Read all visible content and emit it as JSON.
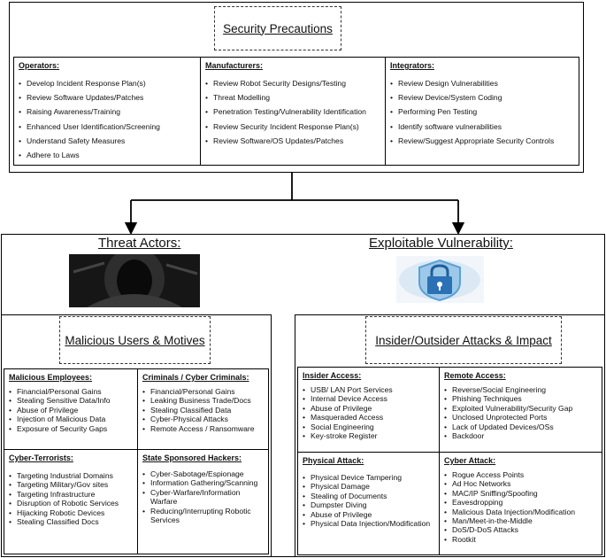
{
  "top": {
    "title": "Security Precautions",
    "operators": {
      "header": "Operators:",
      "items": [
        "Develop Incident Response Plan(s)",
        "Review Software Updates/Patches",
        "Raising Awareness/Training",
        "Enhanced User Identification/Screening",
        "Understand Safety Measures",
        "Adhere to Laws"
      ]
    },
    "manufacturers": {
      "header": "Manufacturers:",
      "items": [
        "Review Robot Security Designs/Testing",
        "Threat Modelling",
        "Penetration Testing/Vulnerability Identification",
        "Review Security Incident Response Plan(s)",
        "Review Software/OS  Updates/Patches"
      ]
    },
    "integrators": {
      "header": "Integrators:",
      "items": [
        "Review Design Vulnerabilities",
        "Review Device/System Coding",
        "Performing Pen Testing",
        "Identify software vulnerabilities",
        "Review/Suggest Appropriate Security Controls"
      ]
    }
  },
  "left": {
    "title": "Threat Actors:",
    "image_icon": "hooded-hacker-image",
    "subtitle": "Malicious Users & Motives",
    "malicious_employees": {
      "header": "Malicious Employees:",
      "items": [
        "Financial/Personal Gains",
        "Stealing Sensitive Data/Info",
        "Abuse of Privilege",
        "Injection of Malicious Data",
        "Exposure of Security Gaps"
      ]
    },
    "criminals": {
      "header": "Criminals / Cyber Criminals:",
      "items": [
        "Financial/Personal Gains",
        "Leaking Business Trade/Docs",
        "Stealing Classified Data",
        "Cyber-Physical Attacks",
        "Remote Access / Ransomware"
      ]
    },
    "terrorists": {
      "header": "Cyber-Terrorists:",
      "items": [
        "Targeting Industrial Domains",
        "Targeting Military/Gov sites",
        "Targeting Infrastructure",
        "Disruption of Robotic Services",
        "Hijacking Robotic Devices",
        "Stealing Classified Docs"
      ]
    },
    "state": {
      "header": "State Sponsored Hackers:",
      "items": [
        "Cyber-Sabotage/Espionage",
        "Information Gathering/Scanning",
        "Cyber-Warfare/Information Warfare",
        "Reducing/Interrupting Robotic Services"
      ]
    }
  },
  "right": {
    "title": "Exploitable Vulnerability:",
    "image_icon": "padlock-shield-image",
    "subtitle": "Insider/Outsider Attacks & Impact",
    "insider": {
      "header": "Insider Access:",
      "items": [
        "USB/ LAN Port Services",
        "Internal Device Access",
        "Abuse of Privilege",
        "Masqueraded Access",
        "Social Engineering",
        "Key-stroke Register"
      ]
    },
    "remote": {
      "header": "Remote Access:",
      "items": [
        "Reverse/Social Engineering",
        "Phishing Techniques",
        "Exploited Vulnerability/Security Gap",
        "Unclosed Unprotected Ports",
        "Lack of Updated Devices/OSs",
        "Backdoor"
      ]
    },
    "physical": {
      "header": "Physical Attack:",
      "items": [
        "Physical Device Tampering",
        "Physical Damage",
        "Stealing of Documents",
        "Dumpster Diving",
        "Abuse of Privilege",
        "Physical Data Injection/Modification"
      ]
    },
    "cyber": {
      "header": "Cyber Attack:",
      "items": [
        "Rogue Access Points",
        "Ad Hoc Networks",
        "MAC/IP Sniffing/Spoofing",
        "Eavesdropping",
        "Malicious Data Injection/Modification",
        "Man/Meet-in-the-Middle",
        "DoS/D-DoS Attacks",
        "Rootkit"
      ]
    }
  }
}
